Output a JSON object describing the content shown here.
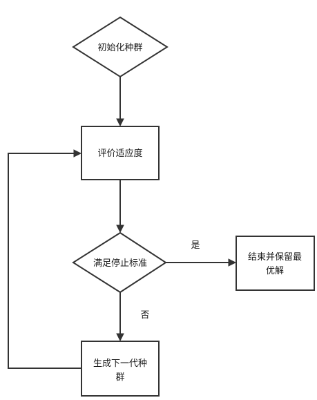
{
  "nodes": {
    "init": {
      "label": "初始化种群"
    },
    "evaluate": {
      "label": "评价适应度"
    },
    "decision": {
      "label": "满足停止标准"
    },
    "end": {
      "label_line1": "结束并保留最",
      "label_line2": "优解"
    },
    "generate": {
      "label_line1": "生成下一代种",
      "label_line2": "群"
    }
  },
  "edges": {
    "yes_label": "是",
    "no_label": "否"
  }
}
